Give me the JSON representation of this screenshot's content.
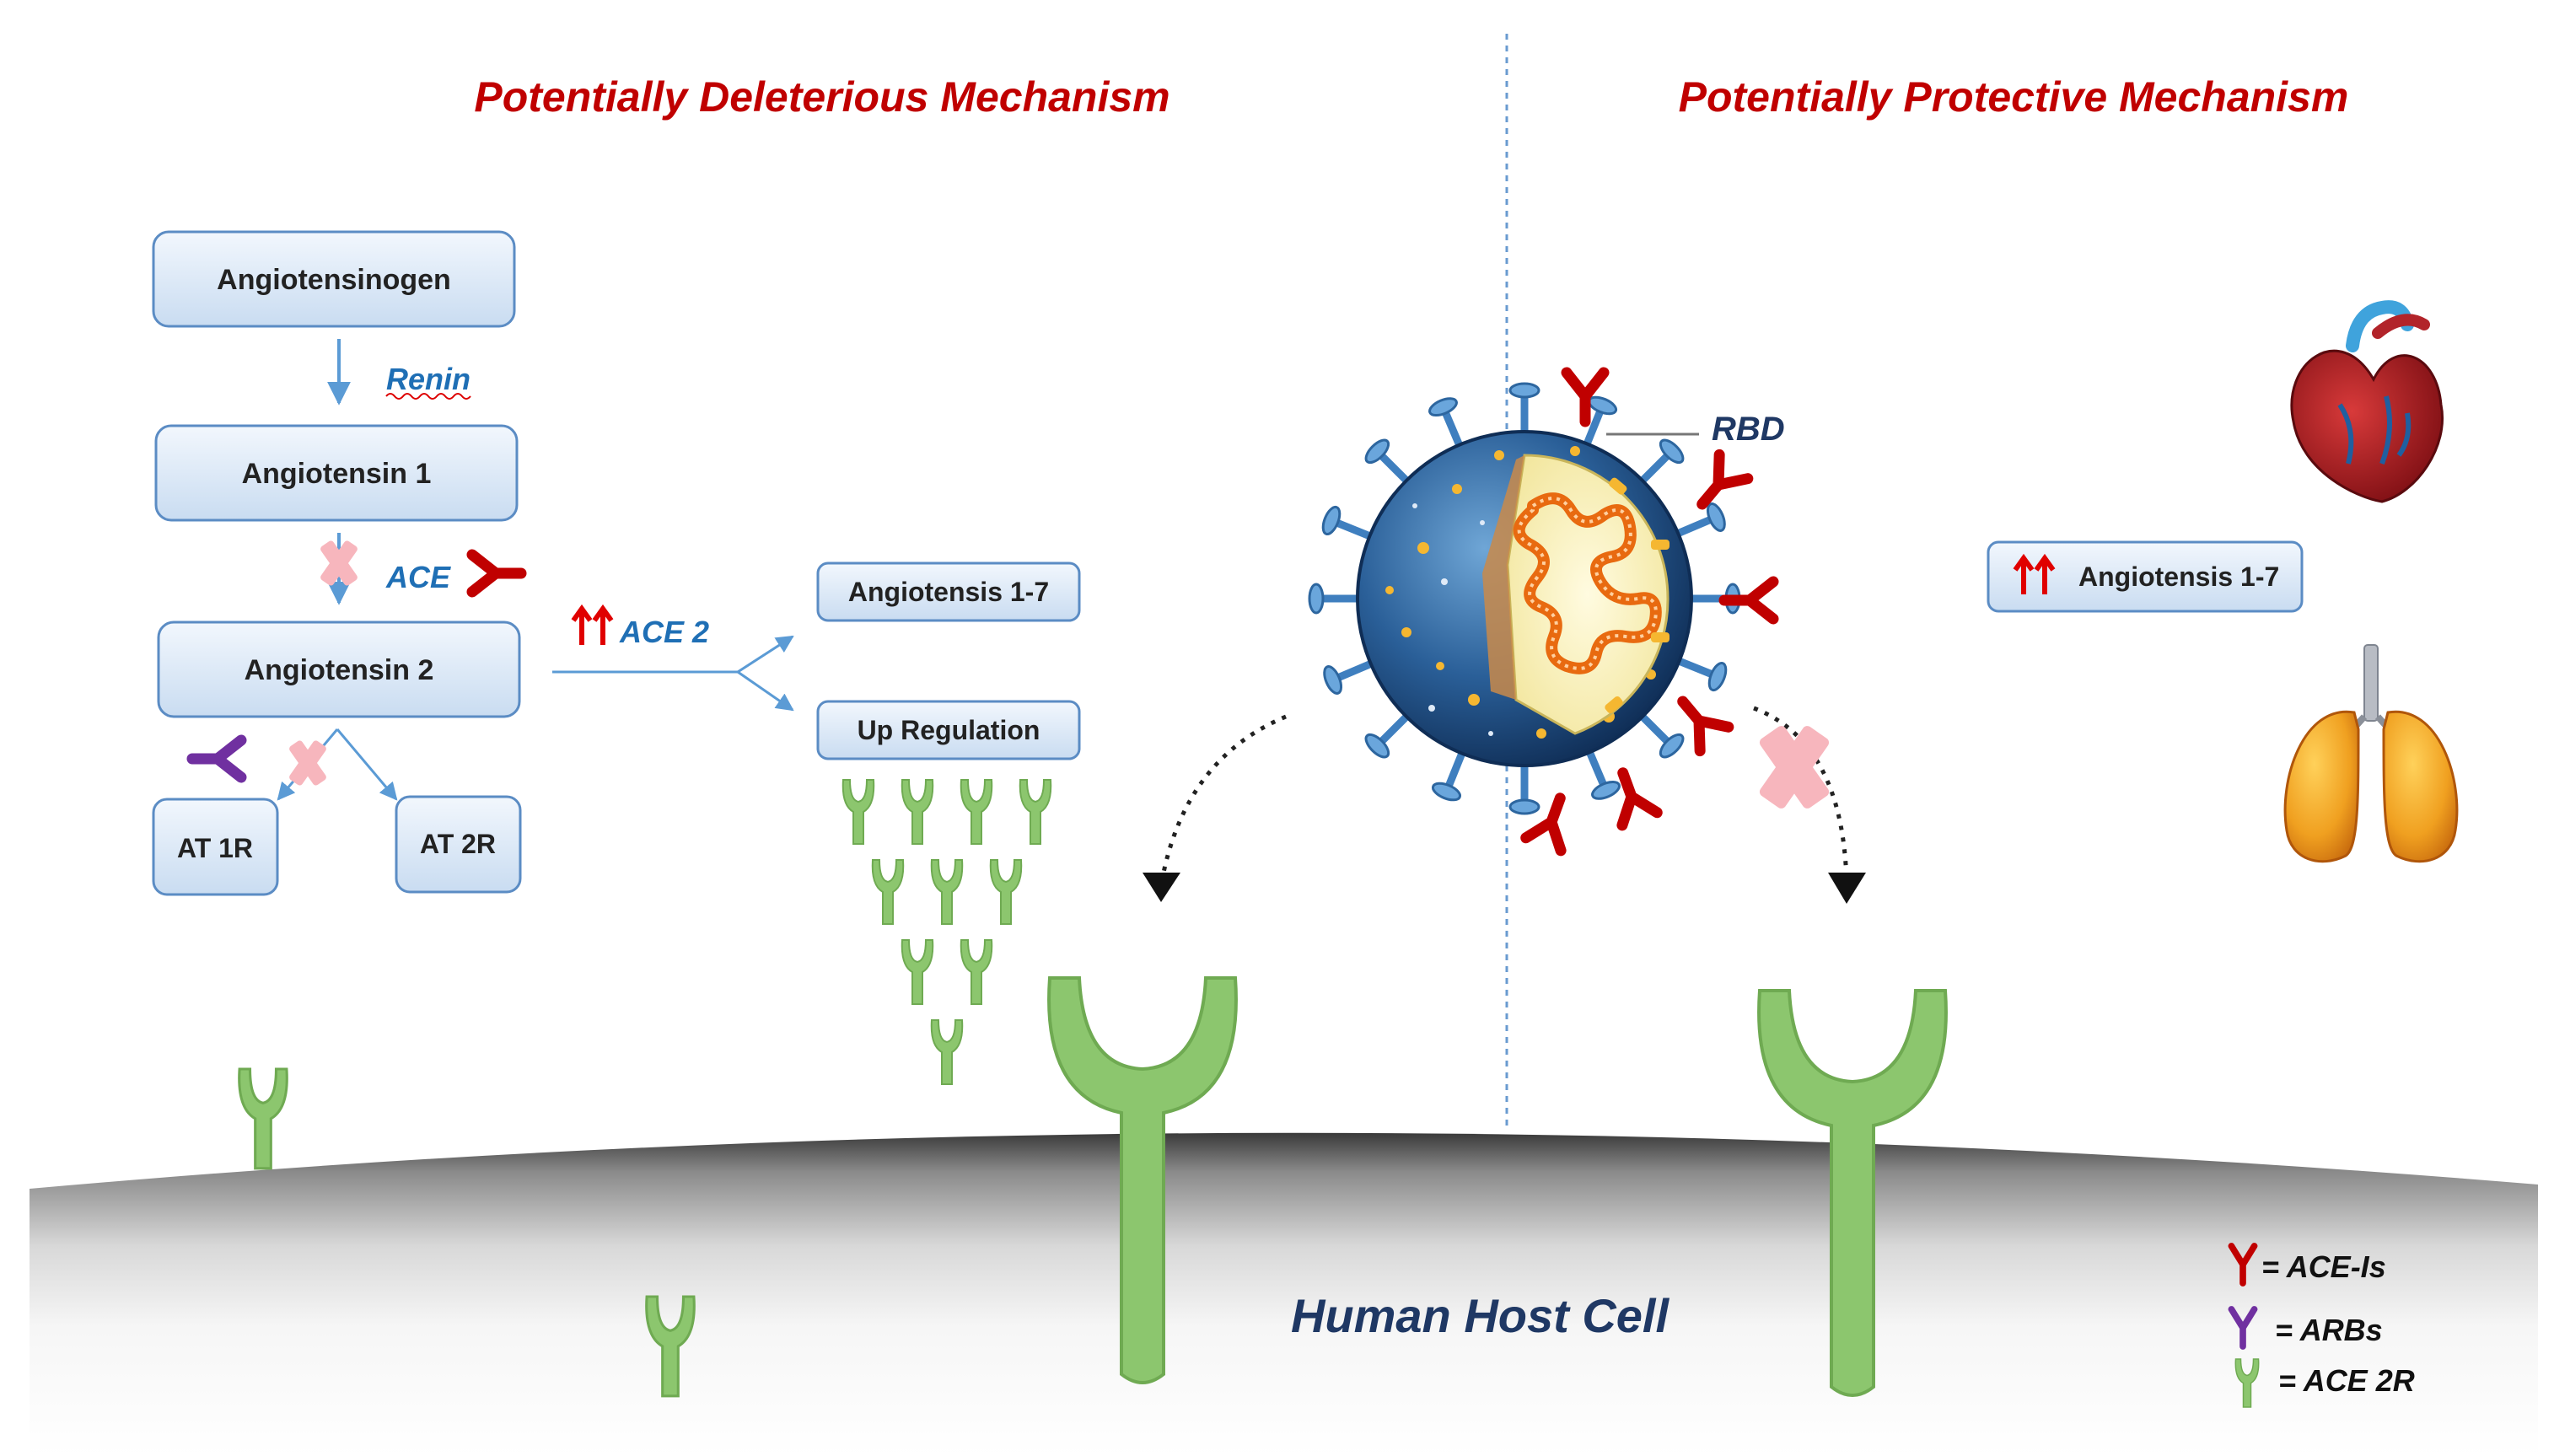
{
  "headings": {
    "left": "Potentially Deleterious Mechanism",
    "right": "Potentially Protective Mechanism"
  },
  "pathway": {
    "angiotensinogen": "Angiotensinogen",
    "renin": "Renin",
    "angiotensin_1": "Angiotensin 1",
    "ace": "ACE",
    "angiotensin_2": "Angiotensin 2",
    "at1r": "AT 1R",
    "at2r": "AT 2R",
    "ace2": "ACE 2",
    "angiotensin_1_7": "Angiotensis 1-7",
    "up_regulation": "Up Regulation"
  },
  "virus": {
    "rbd_label": "RBD"
  },
  "protective": {
    "angiotensin_1_7": "Angiotensis 1-7"
  },
  "cell": {
    "label": "Human Host Cell"
  },
  "legend": {
    "ace_is": "= ACE-Is",
    "arbs": "= ARBs",
    "ace2r": "= ACE 2R"
  },
  "colors": {
    "heading_red": "#c00000",
    "blue_text": "#1f6fb5",
    "navy_text": "#1f3864",
    "ace_inhibitor": "#c00000",
    "arb": "#7030a0",
    "ace2_receptor": "#8cc66e",
    "box_fill": "#dbe8f6",
    "box_border": "#5b8cc4"
  }
}
